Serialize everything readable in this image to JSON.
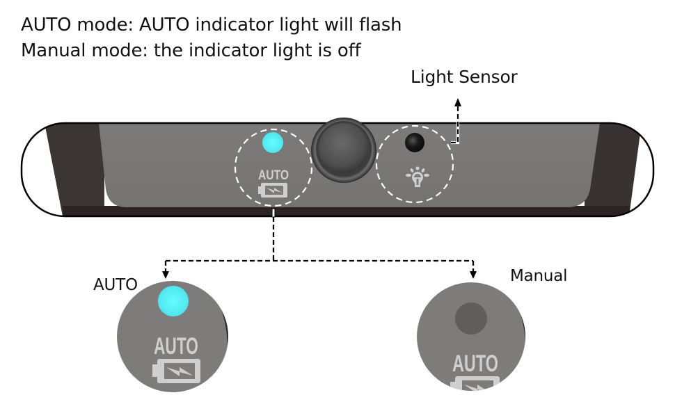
{
  "captions": {
    "auto_mode": "AUTO mode: AUTO indicator light will flash",
    "manual_mode": "Manual mode: the indicator light is off"
  },
  "callouts": {
    "light_sensor": "Light Sensor",
    "auto": "AUTO",
    "manual": "Manual"
  },
  "device": {
    "indicator_label": "AUTO",
    "indicator_icon": "battery-charge-icon",
    "sensor_icon": "light-bulb-icon",
    "button_icon": "round-button"
  },
  "states": [
    {
      "name": "AUTO",
      "led": "on"
    },
    {
      "name": "Manual",
      "led": "off"
    }
  ],
  "colors": {
    "led_on": "#58f2f8",
    "led_off": "#5f5f5f",
    "panel_face": "#7b7a79",
    "panel_side": "#3a3533",
    "label_print": "#cfcfcf"
  }
}
